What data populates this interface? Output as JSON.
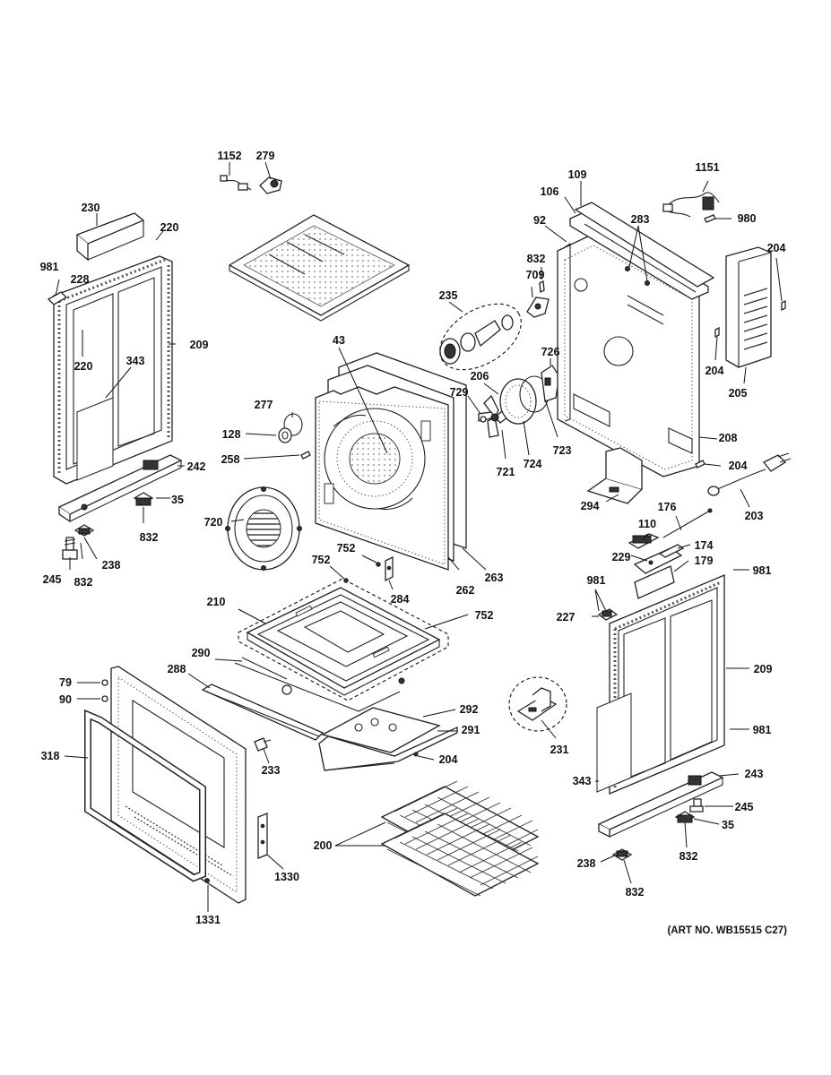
{
  "art_number": "(ART NO. WB15515 C27)",
  "callouts": [
    {
      "id": "l1152",
      "text": "1152"
    },
    {
      "id": "l279",
      "text": "279"
    },
    {
      "id": "l230",
      "text": "230"
    },
    {
      "id": "l220a",
      "text": "220"
    },
    {
      "id": "l981a",
      "text": "981"
    },
    {
      "id": "l228",
      "text": "228"
    },
    {
      "id": "l209a",
      "text": "209"
    },
    {
      "id": "l220b",
      "text": "220"
    },
    {
      "id": "l343a",
      "text": "343"
    },
    {
      "id": "l242",
      "text": "242"
    },
    {
      "id": "l35a",
      "text": "35"
    },
    {
      "id": "l832a",
      "text": "832"
    },
    {
      "id": "l245a",
      "text": "245"
    },
    {
      "id": "l832b",
      "text": "832"
    },
    {
      "id": "l238a",
      "text": "238"
    },
    {
      "id": "l43",
      "text": "43"
    },
    {
      "id": "l277",
      "text": "277"
    },
    {
      "id": "l128",
      "text": "128"
    },
    {
      "id": "l258",
      "text": "258"
    },
    {
      "id": "l720",
      "text": "720"
    },
    {
      "id": "l235",
      "text": "235"
    },
    {
      "id": "l709",
      "text": "709"
    },
    {
      "id": "l832c",
      "text": "832"
    },
    {
      "id": "l206",
      "text": "206"
    },
    {
      "id": "l729",
      "text": "729"
    },
    {
      "id": "l726",
      "text": "726"
    },
    {
      "id": "l721",
      "text": "721"
    },
    {
      "id": "l724",
      "text": "724"
    },
    {
      "id": "l723",
      "text": "723"
    },
    {
      "id": "l109",
      "text": "109"
    },
    {
      "id": "l106",
      "text": "106"
    },
    {
      "id": "l92",
      "text": "92"
    },
    {
      "id": "l283",
      "text": "283"
    },
    {
      "id": "l1151",
      "text": "1151"
    },
    {
      "id": "l980",
      "text": "980"
    },
    {
      "id": "l204a",
      "text": "204"
    },
    {
      "id": "l204b",
      "text": "204"
    },
    {
      "id": "l205",
      "text": "205"
    },
    {
      "id": "l208",
      "text": "208"
    },
    {
      "id": "l204c",
      "text": "204"
    },
    {
      "id": "l203",
      "text": "203"
    },
    {
      "id": "l294",
      "text": "294"
    },
    {
      "id": "l110",
      "text": "110"
    },
    {
      "id": "l176",
      "text": "176"
    },
    {
      "id": "l174",
      "text": "174"
    },
    {
      "id": "l229",
      "text": "229"
    },
    {
      "id": "l179",
      "text": "179"
    },
    {
      "id": "l981b",
      "text": "981"
    },
    {
      "id": "l981c",
      "text": "981"
    },
    {
      "id": "l227",
      "text": "227"
    },
    {
      "id": "l209b",
      "text": "209"
    },
    {
      "id": "l981d",
      "text": "981"
    },
    {
      "id": "l231",
      "text": "231"
    },
    {
      "id": "l343b",
      "text": "343"
    },
    {
      "id": "l243",
      "text": "243"
    },
    {
      "id": "l245b",
      "text": "245"
    },
    {
      "id": "l35b",
      "text": "35"
    },
    {
      "id": "l832d",
      "text": "832"
    },
    {
      "id": "l238b",
      "text": "238"
    },
    {
      "id": "l832e",
      "text": "832"
    },
    {
      "id": "l752a",
      "text": "752"
    },
    {
      "id": "l752b",
      "text": "752"
    },
    {
      "id": "l284",
      "text": "284"
    },
    {
      "id": "l262",
      "text": "262"
    },
    {
      "id": "l263",
      "text": "263"
    },
    {
      "id": "l210",
      "text": "210"
    },
    {
      "id": "l752c",
      "text": "752"
    },
    {
      "id": "l290",
      "text": "290"
    },
    {
      "id": "l288",
      "text": "288"
    },
    {
      "id": "l292",
      "text": "292"
    },
    {
      "id": "l291",
      "text": "291"
    },
    {
      "id": "l204d",
      "text": "204"
    },
    {
      "id": "l79",
      "text": "79"
    },
    {
      "id": "l90",
      "text": "90"
    },
    {
      "id": "l318",
      "text": "318"
    },
    {
      "id": "l233",
      "text": "233"
    },
    {
      "id": "l200",
      "text": "200"
    },
    {
      "id": "l1330",
      "text": "1330"
    },
    {
      "id": "l1331",
      "text": "1331"
    }
  ]
}
